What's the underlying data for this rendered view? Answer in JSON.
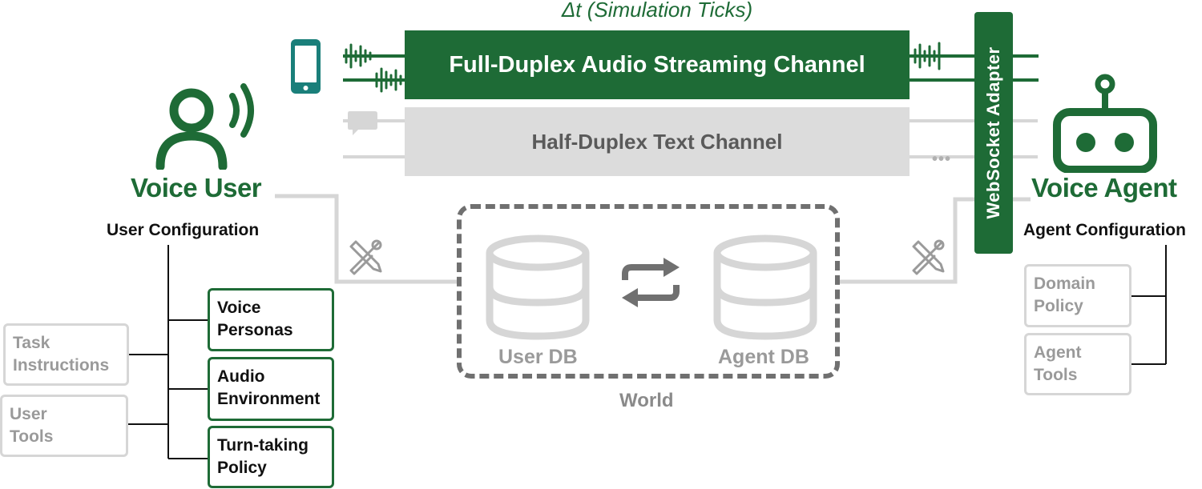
{
  "timing": {
    "label": "Δt (Simulation Ticks)"
  },
  "channels": {
    "audio": "Full-Duplex Audio Streaming Channel",
    "text": "Half-Duplex Text Channel"
  },
  "adapter": {
    "label": "WebSocket Adapter"
  },
  "user": {
    "name": "Voice User",
    "config_title": "User Configuration",
    "green_boxes": [
      {
        "lines": [
          "Voice",
          "Personas"
        ]
      },
      {
        "lines": [
          "Audio",
          "Environment"
        ]
      },
      {
        "lines": [
          "Turn-taking",
          "Policy"
        ]
      }
    ],
    "gray_boxes": [
      {
        "lines": [
          "Task",
          "Instructions"
        ]
      },
      {
        "lines": [
          "User",
          "Tools"
        ]
      }
    ]
  },
  "agent": {
    "name": "Voice Agent",
    "config_title": "Agent Configuration",
    "gray_boxes": [
      {
        "lines": [
          "Domain",
          "Policy"
        ]
      },
      {
        "lines": [
          "Agent",
          "Tools"
        ]
      }
    ]
  },
  "world": {
    "label": "World",
    "user_db": "User DB",
    "agent_db": "Agent DB"
  },
  "ellipsis": "•••",
  "colors": {
    "green": "#1e6b36",
    "teal": "#1a7f7a",
    "gray_light": "#d6d6d6",
    "gray_text": "#9a9a9a",
    "gray_dark": "#707070"
  },
  "icons": {
    "user": "voice-user-icon",
    "agent": "robot-icon",
    "phone": "phone-icon",
    "chat": "chat-bubble-icon",
    "tools": "tools-icon",
    "database": "database-icon",
    "sync": "sync-arrows-icon",
    "waveform": "waveform-icon"
  }
}
